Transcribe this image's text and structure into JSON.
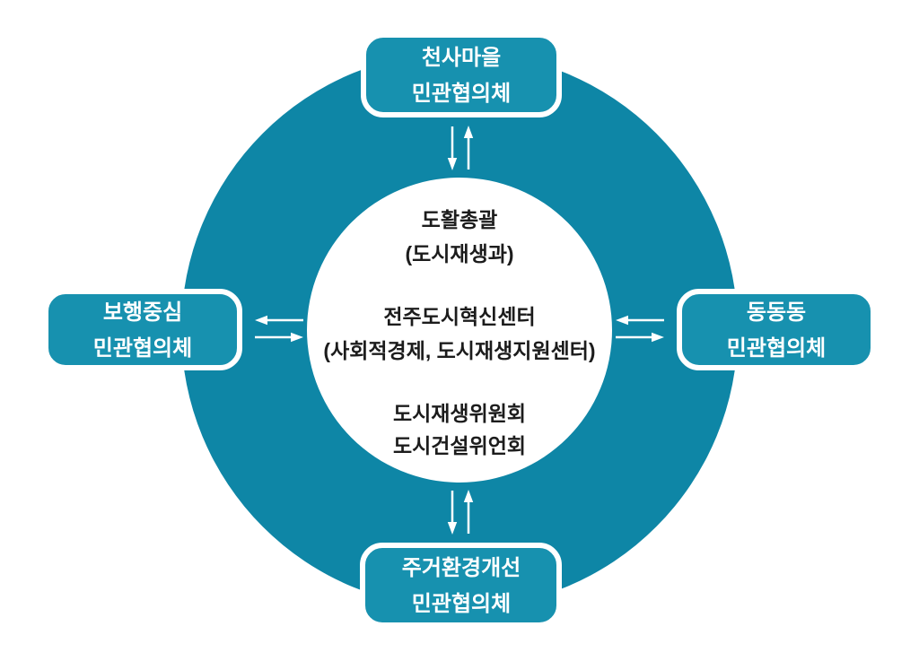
{
  "colors": {
    "ring": "#0e86a6",
    "node_fill": "#1791af",
    "node_border": "#ffffff",
    "node_text": "#ffffff",
    "center_text": "#1c1c1c",
    "background": "#ffffff",
    "arrow": "#ffffff"
  },
  "nodes": {
    "top": {
      "line1": "천사마을",
      "line2": "민관협의체"
    },
    "left": {
      "line1": "보행중심",
      "line2": "민관협의체"
    },
    "right": {
      "line1": "동동동",
      "line2": "민관협의체"
    },
    "bottom": {
      "line1": "주거환경개선",
      "line2": "민관협의체"
    }
  },
  "center": {
    "group1_line1": "도활총괄",
    "group1_line2": "(도시재생과)",
    "group2_line1": "전주도시혁신센터",
    "group2_line2": "(사회적경제, 도시재생지원센터)",
    "group3_line1": "도시재생위원회",
    "group3_line2": "도시건설위언회"
  },
  "arrows": {
    "top": "bidirectional-vertical",
    "bottom": "bidirectional-vertical",
    "left": "bidirectional-horizontal",
    "right": "bidirectional-horizontal"
  }
}
